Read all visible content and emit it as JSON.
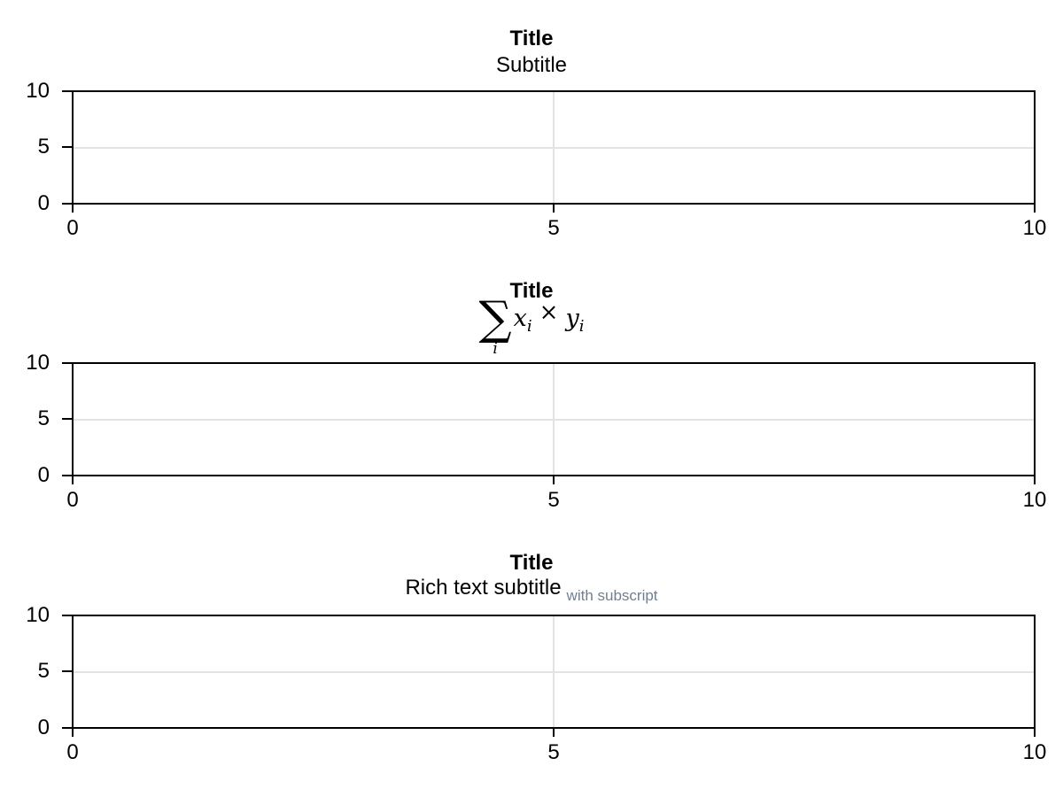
{
  "colors": {
    "background": "#ffffff",
    "spine": "#000000",
    "text": "#000000",
    "grid": "#e3e3e3",
    "subscript": "#708090"
  },
  "panels": [
    {
      "title": "Title",
      "subtitle": "Subtitle",
      "xticks": [
        "0",
        "5",
        "10"
      ],
      "yticks": [
        "0",
        "5",
        "10"
      ]
    },
    {
      "title": "Title",
      "math": {
        "sum": "∑",
        "limit": "i",
        "term1_base": "x",
        "term1_sub": "i",
        "operator": "×",
        "term2_base": "y",
        "term2_sub": "i"
      },
      "xticks": [
        "0",
        "5",
        "10"
      ],
      "yticks": [
        "0",
        "5",
        "10"
      ]
    },
    {
      "title": "Title",
      "rich": {
        "main": "Rich text subtitle",
        "subscript": "with subscript"
      },
      "xticks": [
        "0",
        "5",
        "10"
      ],
      "yticks": [
        "0",
        "5",
        "10"
      ]
    }
  ],
  "chart_data": [
    {
      "type": "line",
      "title": "Title",
      "subtitle": "Subtitle",
      "series": [],
      "xlim": [
        0,
        10
      ],
      "ylim": [
        0,
        10
      ],
      "xticks": [
        0,
        5,
        10
      ],
      "yticks": [
        0,
        5,
        10
      ],
      "grid": true,
      "legend": "none"
    },
    {
      "type": "line",
      "title": "Title",
      "subtitle": "\\sum_i x_i \\times y_i",
      "series": [],
      "xlim": [
        0,
        10
      ],
      "ylim": [
        0,
        10
      ],
      "xticks": [
        0,
        5,
        10
      ],
      "yticks": [
        0,
        5,
        10
      ],
      "grid": true,
      "legend": "none"
    },
    {
      "type": "line",
      "title": "Title",
      "subtitle": "Rich text subtitle with subscript",
      "series": [],
      "xlim": [
        0,
        10
      ],
      "ylim": [
        0,
        10
      ],
      "xticks": [
        0,
        5,
        10
      ],
      "yticks": [
        0,
        5,
        10
      ],
      "grid": true,
      "legend": "none"
    }
  ]
}
